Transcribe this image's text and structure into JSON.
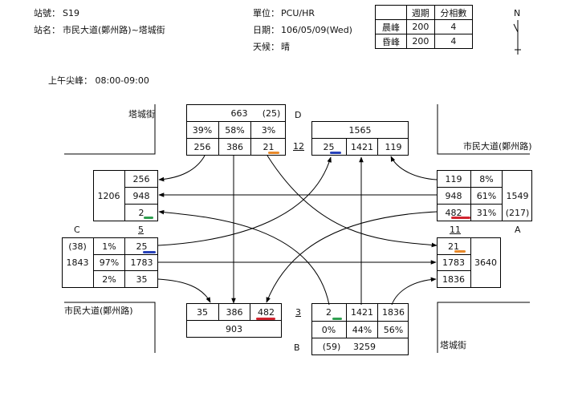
{
  "header": {
    "station_label": "站號：",
    "station_value": "S19",
    "name_label": "站名：",
    "name_value": "市民大道(鄭州路)~塔城街",
    "unit_label": "單位：",
    "unit_value": "PCU/HR",
    "date_label": "日期：",
    "date_value": "106/05/09(Wed)",
    "weather_label": "天候：",
    "weather_value": "晴",
    "period": "上午尖峰： 08:00-09:00",
    "north": "N"
  },
  "legend_table": {
    "headers": [
      "",
      "週期",
      "分相數"
    ],
    "rows": [
      [
        "晨峰",
        "200",
        "4"
      ],
      [
        "昏峰",
        "200",
        "4"
      ]
    ]
  },
  "streets": {
    "nw": "塔城街",
    "ne": "市民大道(鄭州路)",
    "sw": "市民大道(鄭州路)",
    "se": "塔城街"
  },
  "approach_labels": {
    "A": "A",
    "B": "B",
    "C": "C",
    "D": "D"
  },
  "phase_numbers": {
    "d": "12",
    "c": "5",
    "a": "11",
    "b": "3"
  },
  "D": {
    "total": "663",
    "total_paren": "(25)",
    "pcts": [
      "39%",
      "58%",
      "3%"
    ],
    "moves": [
      "256",
      "386",
      "21"
    ],
    "exit_total": "1565",
    "exit": [
      "25",
      "1421",
      "119"
    ]
  },
  "A": {
    "moves": [
      "119",
      "948",
      "482"
    ],
    "pcts": [
      "8%",
      "61%",
      "31%"
    ],
    "total": "1549",
    "total_paren": "(217)",
    "exit": [
      "21",
      "1783",
      "1836"
    ],
    "exit_total": "3640"
  },
  "C": {
    "moves": [
      "25",
      "1783",
      "35"
    ],
    "pcts": [
      "1%",
      "97%",
      "2%"
    ],
    "total": "1843",
    "total_paren": "(38)",
    "exit": [
      "256",
      "948",
      "2"
    ],
    "exit_total": "1206"
  },
  "B": {
    "moves": [
      "2",
      "1421",
      "1836"
    ],
    "pcts": [
      "0%",
      "44%",
      "56%"
    ],
    "total": "3259",
    "total_paren": "(59)",
    "exit": [
      "35",
      "386",
      "482"
    ],
    "exit_total": "903"
  },
  "colors": {
    "green": "#2e9e4f",
    "blue": "#2741b8",
    "red": "#d1242f",
    "orange": "#e8892a"
  }
}
